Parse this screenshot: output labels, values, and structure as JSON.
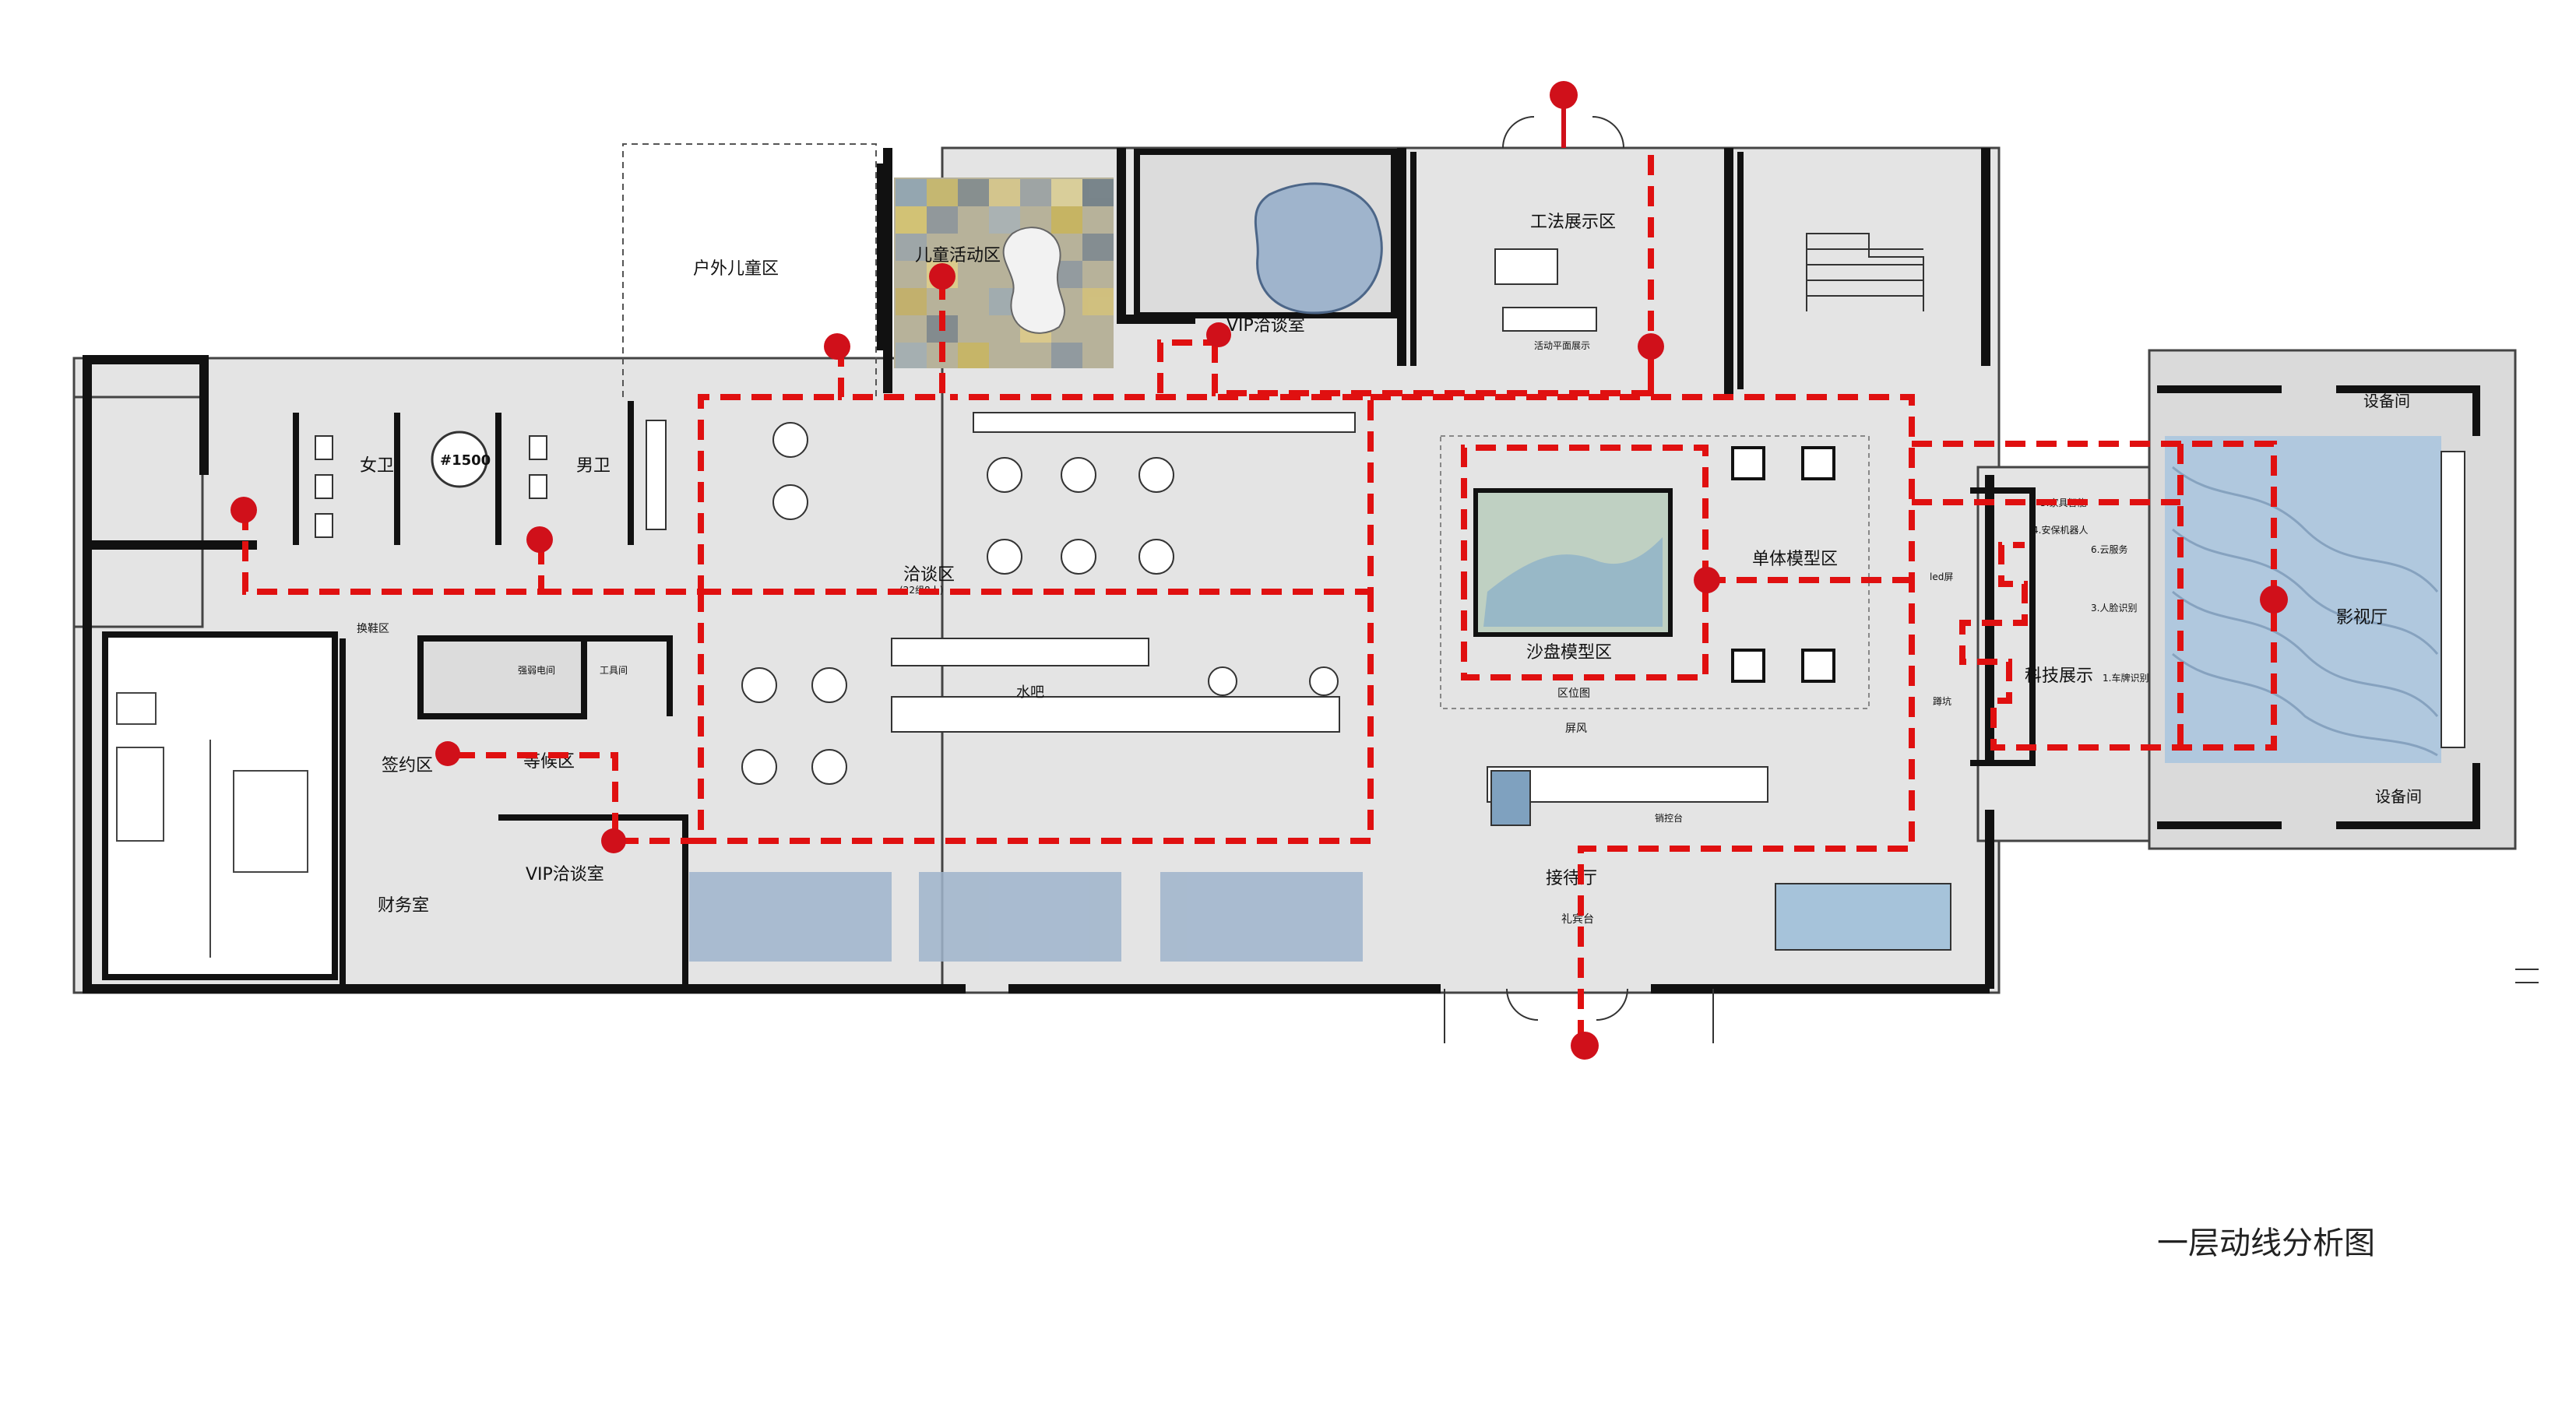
{
  "title": "一层动线分析图",
  "colors": {
    "floor": "#e6e6e6",
    "wall": "#111111",
    "route": "#e01010",
    "node": "#d0101a",
    "glass_blue": "#6f93b8",
    "water_blue": "#a9c4da",
    "rug": "#b9c7da"
  },
  "rooms": {
    "outdoor_kids": "户外儿童区",
    "kids_activity": "儿童活动区",
    "vip_top": "VIP洽谈室",
    "craft": "工法展示区",
    "craft_sub": "活动平面展示",
    "women_wc": "女卫",
    "men_wc": "男卫",
    "pit": "蹲坑",
    "shoes": "换鞋区",
    "elec": "强弱电间",
    "tools": "工具间",
    "negotiation": "洽谈区",
    "negotiation_sub": "(22组8人)",
    "water_bar": "水吧",
    "sand_table": "沙盘模型区",
    "partition": "区位图",
    "screen": "屏风",
    "single_model": "单体模型区",
    "reception_desk": "销控台",
    "reception": "接待厅",
    "etiquette": "礼宾台",
    "signing": "签约区",
    "waiting": "等候区",
    "finance": "财务室",
    "vip_bottom": "VIP洽谈室",
    "tech": "科技展示",
    "led": "led屏",
    "cinema": "影视厅",
    "equip_top": "设备间",
    "equip_bottom": "设备间",
    "tech_items": [
      "5.家具智能",
      "4.安保机器人",
      "6.云服务",
      "3.人脸识别",
      "1.车牌识别"
    ],
    "sign_1500": "#1500"
  }
}
